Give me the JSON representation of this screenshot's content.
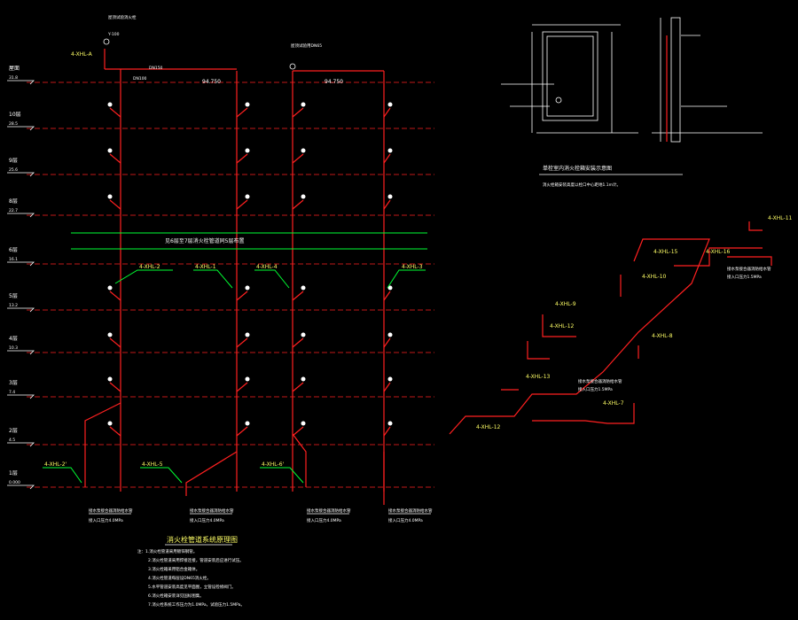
{
  "title": "消火栓管道系统原理图",
  "floors": [
    {
      "name": "屋面",
      "elev": "31.8"
    },
    {
      "name": "10层",
      "elev": "28.5"
    },
    {
      "name": "9层",
      "elev": "25.6"
    },
    {
      "name": "8层",
      "elev": "22.7"
    },
    {
      "name": "6层",
      "elev": "16.1"
    },
    {
      "name": "5层",
      "elev": "13.2"
    },
    {
      "name": "4层",
      "elev": "10.3"
    },
    {
      "name": "3层",
      "elev": "7.4"
    },
    {
      "name": "2层",
      "elev": "4.5"
    },
    {
      "name": "1层",
      "elev": "0.000"
    }
  ],
  "break_note": "见6层至7层消火栓管道同5层布置",
  "riser_tags": [
    "4-XHL-2",
    "4-XHL-1",
    "4-XHL-4",
    "4-XHL-3"
  ],
  "bottom_tags": [
    "4-XHL-2'",
    "4-XHL-5",
    "4-XHL-6'"
  ],
  "roof_tag": "4-XHL-A",
  "roof_labels": [
    "屋顶试验消火栓",
    "Y-100",
    "屋顶试验用DN65"
  ],
  "top_elev": [
    "94.750",
    "94.750"
  ],
  "pipe_dn": [
    "DN150",
    "DN100",
    "DN65"
  ],
  "bottom_notes": [
    "接水泵接合器消防给水管",
    "接入口压力4.0MPa"
  ],
  "notes": [
    "注：1.消火栓管道采用镀锌钢管。",
    "2.消火栓管道采用焊接连接，管道安装后应进行试压。",
    "3.消火栓箱采用铝合金箱体。",
    "4.消火栓管道每层设DN65消火栓。",
    "5.水平管道安装高度见平面图，立管设检修阀门。",
    "6.消火栓箱安装详见国标图集。",
    "7.消火栓系统工作压力为1.0MPa，试验压力1.5MPa。"
  ],
  "detail_title": "单栓室内消火栓箱安装示意图",
  "detail_note": "消火栓箱安装高度以栓口中心距地1.1m计。",
  "iso_tags": [
    "4-XHL-11",
    "4-XHL-15",
    "4-XHL-16",
    "4-XHL-10",
    "4-XHL-9",
    "4-XHL-8",
    "4-XHL-12",
    "4-XHL-13",
    "4-XHL-7",
    "4-XHL-12"
  ],
  "iso_notes": [
    "接水泵接合器消防给水管",
    "接入口压力1.5MPa"
  ]
}
